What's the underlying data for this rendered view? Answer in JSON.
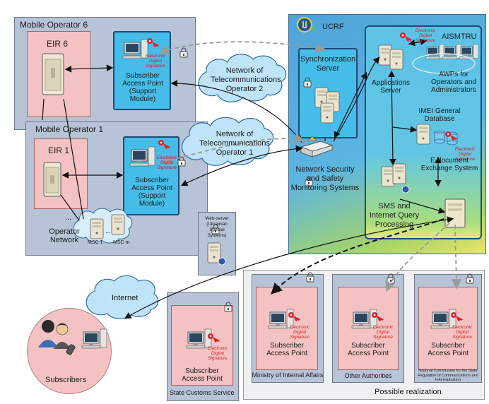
{
  "operator6": {
    "title": "Mobile Operator 6",
    "eir": "EIR 6",
    "sap": "Subscriber Access Point (Support Module)"
  },
  "operator1": {
    "title": "Mobile Operator 1",
    "eir": "EIR 1",
    "sap": "Subscriber Access Point (Support Module)",
    "network": "Operator Network",
    "dots": "...",
    "msc1": "MSC 1",
    "mscm": "MSC m",
    "msc_dots": "..."
  },
  "networks": {
    "net2": "Network of Telecommunications Operator 2",
    "net1": "Network of Telecommunications Operator 1",
    "internet": "Internet"
  },
  "ucrf": {
    "title": "UCRF",
    "sync": "Synchronization Server",
    "netsec": "Network Security and Safety Monitoring Systems",
    "sms": "SMS and Internet Query Processing"
  },
  "aismtru": {
    "title": "AISMTRU",
    "apps": "Applications Server",
    "awps": "AWPs for Operators and Administrators",
    "imei": "IMEI General Database",
    "edoc": "E-document Exchange System"
  },
  "eds": "Electronic Digital Signature",
  "webserver": "Web-server (Ukrainian Special Systems)",
  "subscribers": "Subscribers",
  "customs": {
    "sap": "Subscriber Access Point",
    "name": "State Customs Service"
  },
  "possible": {
    "title": "Possible realization",
    "ministry": {
      "sap": "Subscriber Access Point",
      "name": "Ministry of Internal Affairs"
    },
    "other": {
      "sap": "Subscriber Access Point",
      "name": "Other Authorities"
    },
    "commission": {
      "sap": "Subscriber Access Point",
      "name": "National Commission for the State Regulation of Communications and Informatization"
    }
  },
  "colors": {
    "panel": "#b7c3d6",
    "eir": "#f4c2c2",
    "cyan": "#46bde8",
    "ucrf": "#4fa3d9",
    "aismtru": "#5cc2e6",
    "signature": "#d61f1f",
    "cloud": "#bfe3f7"
  }
}
